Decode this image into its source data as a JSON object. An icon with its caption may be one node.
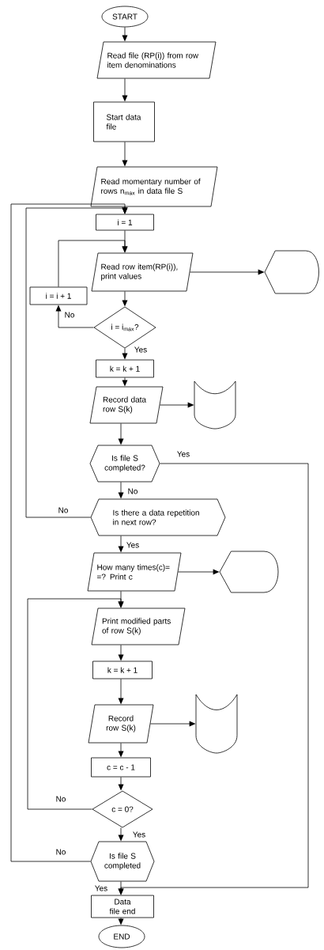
{
  "diagram": {
    "nodes": [
      {
        "text": [
          "START"
        ]
      },
      {
        "text": [
          "Read file (RP(i)) from row item denominations"
        ]
      },
      {
        "text": [
          "Start data file"
        ]
      },
      {
        "text": [
          "Read momentary number of rows n$_{max}$ in data file S"
        ]
      },
      {
        "text": [
          "i = 1"
        ]
      },
      {
        "text": [
          "Read row item(RP(i)), print values"
        ]
      },
      {
        "text": [],
        "shape": "display"
      },
      {
        "text": [
          "i = i + 1"
        ]
      },
      {
        "text": [
          "i = i$_{max}$?"
        ]
      },
      {
        "text": [
          "k = k + 1"
        ]
      },
      {
        "text": [
          "Record data row S(k)"
        ]
      },
      {
        "text": [],
        "shape": "document"
      },
      {
        "text": [
          "Is file S completed?"
        ]
      },
      {
        "text": [
          "Is there a data repetition in next row?"
        ]
      },
      {
        "text": [
          "How many times(c)= =? Print c"
        ]
      },
      {
        "text": [],
        "shape": "display"
      },
      {
        "text": [
          "Print modified parts of row S(k)"
        ]
      },
      {
        "text": [
          "k = k + 1"
        ]
      },
      {
        "text": [
          "Record row S(k)"
        ]
      },
      {
        "text": [],
        "shape": "document"
      },
      {
        "text": [
          "c = c - 1"
        ]
      },
      {
        "text": [
          "c = 0?"
        ]
      },
      {
        "text": [
          "Is file S completed"
        ]
      },
      {
        "text": [
          "Data file end"
        ]
      },
      {
        "text": [
          "END"
        ]
      }
    ],
    "edges": [
      {
        "from": 0,
        "to": 1,
        "arrow": "to"
      },
      {
        "from": 1,
        "to": 2,
        "arrow": "to"
      },
      {
        "from": 2,
        "to": 3,
        "arrow": "to"
      },
      {
        "from": 3,
        "to": 4,
        "arrow": "to"
      },
      {
        "from": 4,
        "to": 5,
        "arrow": "to"
      },
      {
        "from": 5,
        "to": 6,
        "arrow": "to"
      },
      {
        "from": 5,
        "to": 8,
        "arrow": "to"
      },
      {
        "from": 8,
        "to": 7,
        "arrow": "to",
        "label": "No"
      },
      {
        "from": 7,
        "to": 5,
        "arrow": "to"
      },
      {
        "from": 8,
        "to": 9,
        "arrow": "to",
        "label": "Yes"
      },
      {
        "from": 9,
        "to": 10,
        "arrow": "to"
      },
      {
        "from": 10,
        "to": 11,
        "arrow": "to"
      },
      {
        "from": 10,
        "to": 12,
        "arrow": "to"
      },
      {
        "from": 12,
        "to": 13,
        "arrow": "to",
        "label": "No"
      },
      {
        "from": 12,
        "to": 23,
        "arrow": "to",
        "label": "Yes"
      },
      {
        "from": 13,
        "to": 4,
        "arrow": "to",
        "label": "No"
      },
      {
        "from": 13,
        "to": 14,
        "arrow": "to",
        "label": "Yes"
      },
      {
        "from": 14,
        "to": 15,
        "arrow": "to"
      },
      {
        "from": 14,
        "to": 16,
        "arrow": "to"
      },
      {
        "from": 16,
        "to": 17,
        "arrow": "to"
      },
      {
        "from": 17,
        "to": 18,
        "arrow": "to"
      },
      {
        "from": 18,
        "to": 19,
        "arrow": "to"
      },
      {
        "from": 18,
        "to": 20,
        "arrow": "to"
      },
      {
        "from": 20,
        "to": 21,
        "arrow": "to"
      },
      {
        "from": 21,
        "to": 16,
        "arrow": "to",
        "label": "No"
      },
      {
        "from": 21,
        "to": 22,
        "arrow": "to",
        "label": "Yes"
      },
      {
        "from": 22,
        "to": 4,
        "arrow": "to",
        "label": "No"
      },
      {
        "from": 22,
        "to": 23,
        "arrow": "to",
        "label": "Yes"
      },
      {
        "from": 23,
        "to": 24,
        "arrow": "to"
      }
    ]
  }
}
